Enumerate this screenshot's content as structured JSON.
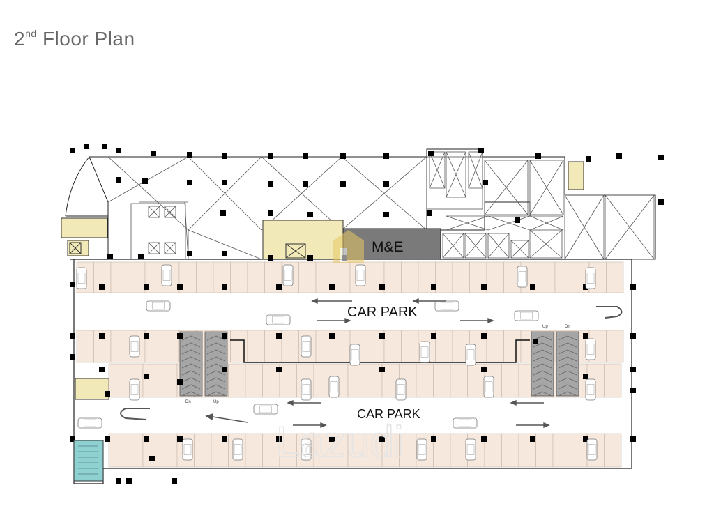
{
  "page": {
    "title_number": "2",
    "title_sup": "nd",
    "title_rest": "Floor Plan"
  },
  "plan": {
    "labels": {
      "me": "M&E",
      "car_park_upper": "CAR PARK",
      "car_park_lower": "CAR PARK",
      "ramp_up_right": "Up",
      "ramp_dn_right": "Dn",
      "ramp_dn_left": "Dn",
      "ramp_up_left": "Up"
    },
    "colors": {
      "parking_bay": "#f6e8dd",
      "outline": "#222222",
      "column": "#000000",
      "me_room": "#7a7a7a",
      "ramp": "#a6a6a6",
      "service_room": "#f1eab8",
      "stair_blue": "#8fd1d1",
      "shaft_line": "#555555"
    },
    "watermark": "Lazudi"
  }
}
